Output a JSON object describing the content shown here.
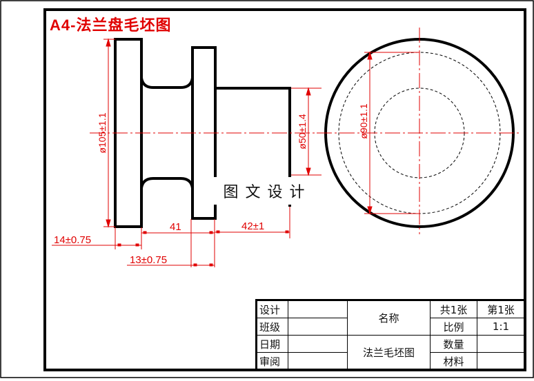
{
  "drawing": {
    "title": "A4-法兰盘毛坯图",
    "watermark": "图文设计",
    "colors": {
      "outline": "#000000",
      "dimension": "#e00000",
      "hidden": "#000000",
      "background": "#ffffff"
    },
    "dimensions": {
      "flange_diameter": "ø105±1.1",
      "shaft_diameter": "ø50±1.4",
      "front_view_diameter": "ø90±1.1",
      "flange1_width": "14±0.75",
      "flange2_width": "13±0.75",
      "neck_length": "41",
      "shaft_length": "42±1"
    }
  },
  "title_block": {
    "labels": {
      "design": "设计",
      "class": "班级",
      "date": "日期",
      "review": "审阅"
    },
    "name_label": "名称",
    "part_name": "法兰毛坯图",
    "total_sheets": "共1张",
    "sheet_no": "第1张",
    "scale_label": "比例",
    "scale_value": "1:1",
    "quantity_label": "数量",
    "quantity_value": "",
    "material_label": "材料",
    "material_value": "",
    "design_value": "",
    "class_value": "",
    "date_value": "",
    "review_value": ""
  }
}
